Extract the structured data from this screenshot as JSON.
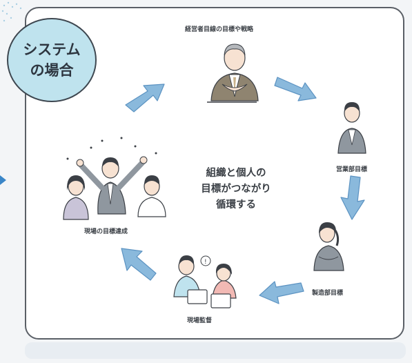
{
  "badge": {
    "text": "システム\nの場合"
  },
  "center": {
    "text": "組織と個人の\n目標がつながり\n循環する"
  },
  "nodes": {
    "executive": {
      "label": "経営者目線の目標や戦略",
      "icon": "executive-person-icon"
    },
    "sales": {
      "label": "営業部目標",
      "icon": "sales-person-icon"
    },
    "manufacturing": {
      "label": "製造部目標",
      "icon": "manufacturing-person-icon"
    },
    "supervision": {
      "label": "現場監督",
      "icon": "supervisors-at-laptops-icon"
    },
    "achievement": {
      "label": "現場の目標達成",
      "icon": "celebrating-team-icon"
    }
  },
  "colors": {
    "arrow": "#8ab9dc",
    "arrow_edge": "#5c93c2",
    "badge_fill": "#bfe3ee",
    "suit_gray": "#8f979f",
    "hair": "#3b3f45",
    "skin": "#f7e2d2"
  }
}
